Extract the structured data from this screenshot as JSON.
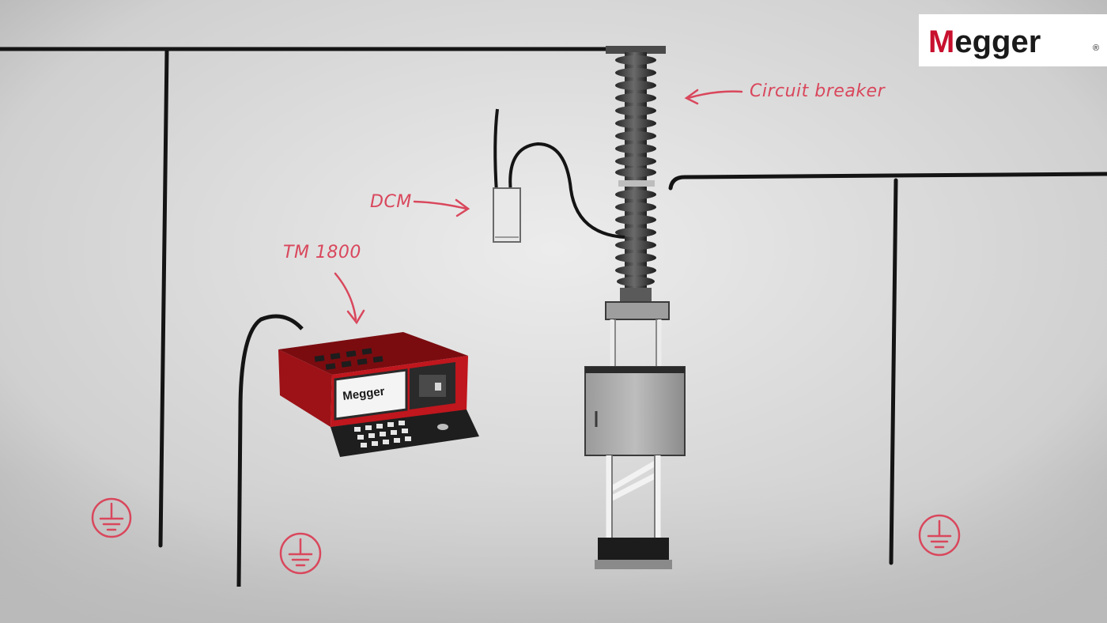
{
  "logo": {
    "first_letter": "M",
    "rest": "egger",
    "mark": "®"
  },
  "labels": {
    "circuit_breaker": "Circuit breaker",
    "dcm": "DCM",
    "tm1800": "TM 1800"
  },
  "device": {
    "screen_logo": "Megger"
  },
  "colors": {
    "accent": "#d9475c",
    "brand_red": "#c8102e",
    "device_red": "#b8151c",
    "background": "#d2d2d2"
  }
}
